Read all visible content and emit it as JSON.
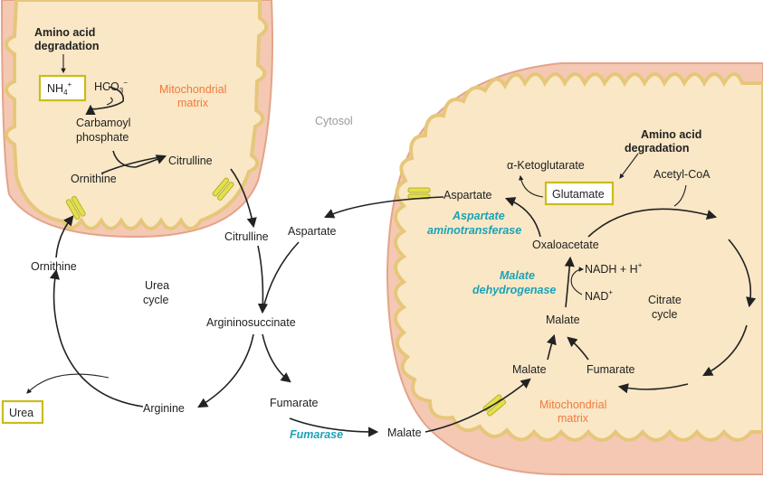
{
  "labels": {
    "amino_acid_degradation_left_1": "Amino acid",
    "amino_acid_degradation_left_2": "degradation",
    "nh4": "NH",
    "nh4_sub": "4",
    "nh4_sup": "+",
    "hco3": "HCO",
    "hco3_sub": "3",
    "hco3_sup": "−",
    "mito_matrix_left_1": "Mitochondrial",
    "mito_matrix_left_2": "matrix",
    "carbamoyl_1": "Carbamoyl",
    "carbamoyl_2": "phosphate",
    "ornithine_inner": "Ornithine",
    "citrulline_inner": "Citrulline",
    "cytosol": "Cytosol",
    "citrulline_out": "Citrulline",
    "aspartate_cyto": "Aspartate",
    "ornithine_out": "Ornithine",
    "urea_cycle_1": "Urea",
    "urea_cycle_2": "cycle",
    "argininosuccinate": "Argininosuccinate",
    "arginine": "Arginine",
    "fumarate_cyto": "Fumarate",
    "fumarase": "Fumarase",
    "malate_cyto": "Malate",
    "urea": "Urea",
    "aspartate_mito": "Aspartate",
    "alpha_kg": "α-Ketoglutarate",
    "glutamate": "Glutamate",
    "amino_acid_degradation_right_1": "Amino acid",
    "amino_acid_degradation_right_2": "degradation",
    "acetyl_coa": "Acetyl-CoA",
    "aspartate_aminotransferase_1": "Aspartate",
    "aspartate_aminotransferase_2": "aminotransferase",
    "oxaloacetate": "Oxaloacetate",
    "malate_dehydrogenase_1": "Malate",
    "malate_dehydrogenase_2": "dehydrogenase",
    "nadh": "NADH + H",
    "nadh_sup": "+",
    "nad": "NAD",
    "nad_sup": "+",
    "citrate_cycle_1": "Citrate",
    "citrate_cycle_2": "cycle",
    "malate_mito_upper": "Malate",
    "malate_mito_lower": "Malate",
    "fumarate_mito": "Fumarate",
    "mito_matrix_right_1": "Mitochondrial",
    "mito_matrix_right_2": "matrix"
  },
  "colors": {
    "outer_membrane": "#f4c8b3",
    "outer_membrane_stroke": "#e3a489",
    "inner_membrane": "#e6c77a",
    "matrix": "#f9e7c6",
    "transporter": "#e3e04a",
    "box_border": "#c9bd1a",
    "enzyme_text": "#1aa3b5",
    "matrix_label": "#f07a3c",
    "cytosol_label": "#9a9a9a"
  }
}
